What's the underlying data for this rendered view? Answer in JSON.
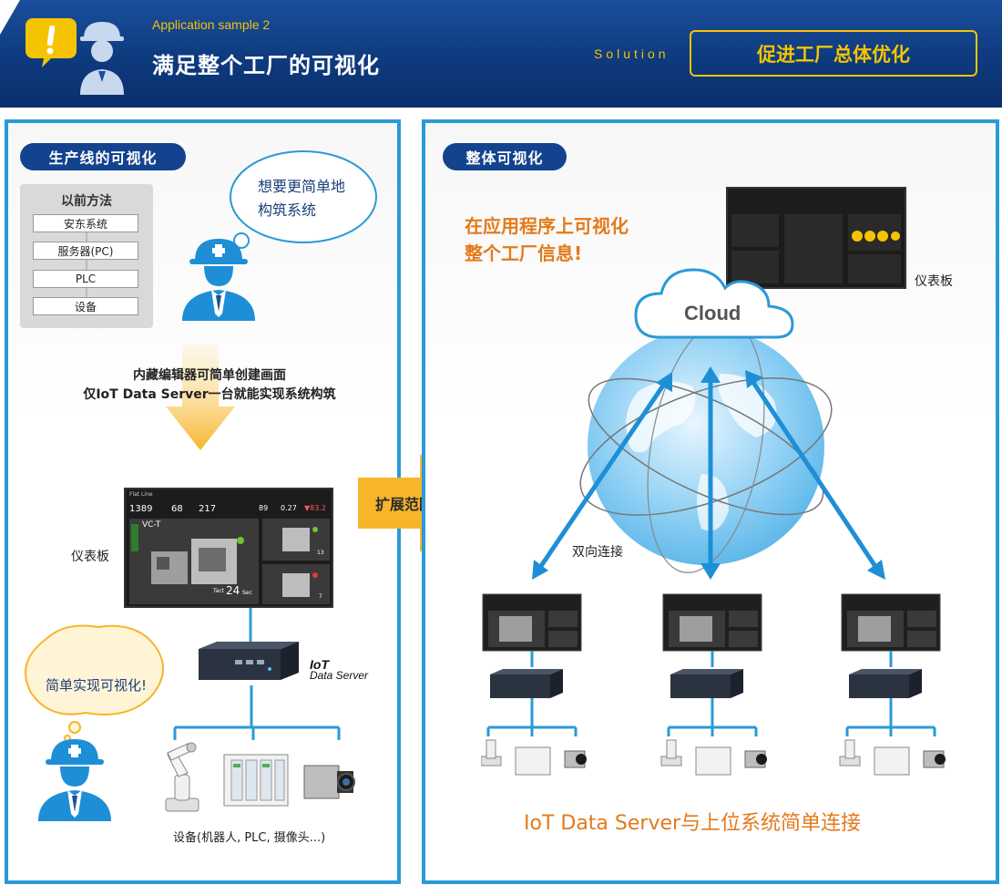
{
  "header": {
    "app_label": "Application sample 2",
    "title": "满足整个工厂的可视化",
    "solution_label": "Solution",
    "solution_text": "促进工厂总体优化"
  },
  "left_panel": {
    "pill": "生产线的可视化",
    "old_method": {
      "title": "以前方法",
      "items": [
        "安东系统",
        "服务器(PC)",
        "PLC",
        "设备"
      ]
    },
    "worker_bubble_top": [
      "想要更简单地",
      "构筑系统"
    ],
    "arrow_caption": [
      "内藏编辑器可简单创建画面",
      "仅IoT Data Server一台就能实现系统构筑"
    ],
    "dashboard_label": "仪表板",
    "dashboard": {
      "line_name": "Flat Line",
      "machine_label": "VC-T",
      "big_values": [
        "1389",
        "68",
        "217",
        "89",
        "0.27",
        "▼83.2"
      ],
      "tact_label": "Tact",
      "tact_value": "24",
      "tact_unit": "Sec",
      "side_values": [
        "13",
        "7"
      ]
    },
    "iot_label": [
      "IoT",
      "Data Server"
    ],
    "worker_bubble_bottom": "简单实现可视化!",
    "devices_caption": "设备(机器人, PLC, 摄像头...)"
  },
  "middle_arrow": {
    "text": "扩展范围"
  },
  "right_panel": {
    "pill": "整体可视化",
    "headline": [
      "在应用程序上可视化",
      "整个工厂信息!"
    ],
    "dashboard_label": "仪表板",
    "cloud_label": "Cloud",
    "bidirectional_label": "双向连接",
    "bottom_caption": "IoT Data Server与上位系统简单连接"
  },
  "colors": {
    "accent_blue": "#2a9ad8",
    "navy": "#13438e",
    "yellow": "#f5c400",
    "orange": "#e37a1b",
    "arrow_yellow": "#f7b52c"
  },
  "icons": [
    "warning-icon",
    "worker-icon",
    "cloud-icon",
    "globe-icon",
    "server-icon",
    "robot-arm-icon",
    "plc-icon",
    "camera-icon"
  ]
}
